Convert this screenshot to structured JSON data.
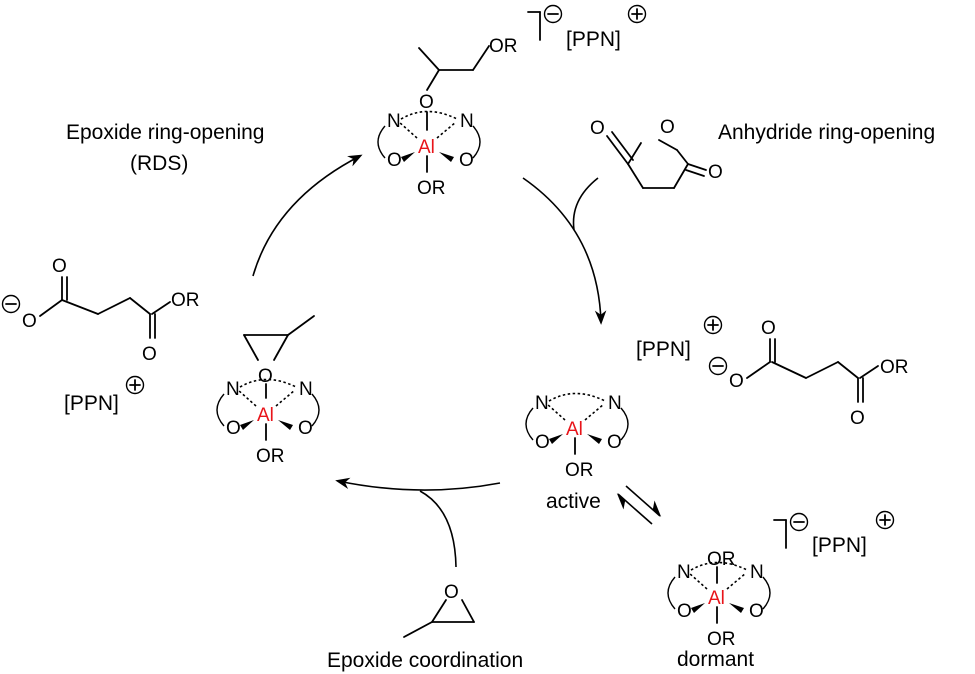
{
  "labels": {
    "epoxide_ring_opening_line1": "Epoxide ring-opening",
    "epoxide_ring_opening_line2": "(RDS)",
    "anhydride_ring_opening": "Anhydride ring-opening",
    "epoxide_coordination": "Epoxide coordination",
    "active": "active",
    "dormant": "dormant"
  },
  "atoms": {
    "metal": "Al",
    "nitrogen": "N",
    "oxygen": "O",
    "alkoxide": "OR",
    "counterion": "[PPN]",
    "plus": "+",
    "minus": "−"
  },
  "colors": {
    "metal": "#e8141a",
    "ink": "#000000"
  }
}
